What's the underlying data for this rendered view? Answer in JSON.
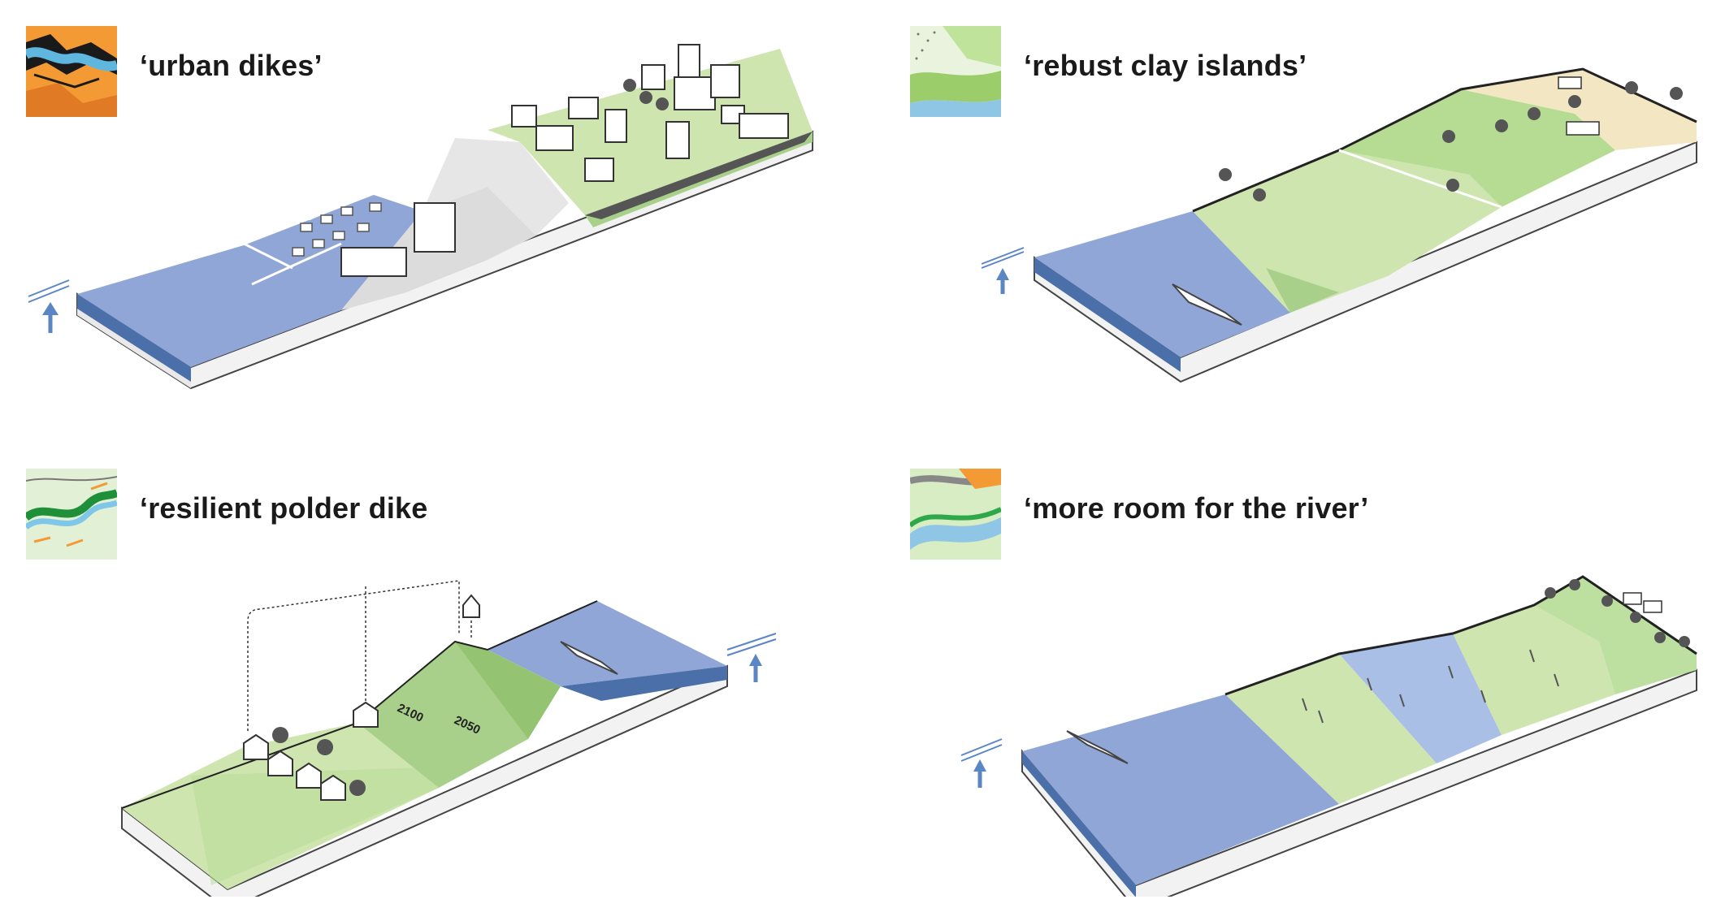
{
  "panels": [
    {
      "title": "‘urban dikes’",
      "thumb_icon": "urban-dikes-map-icon"
    },
    {
      "title": "‘rebust clay islands’",
      "thumb_icon": "clay-islands-map-icon"
    },
    {
      "title": "‘resilient polder dike",
      "thumb_icon": "polder-dike-map-icon",
      "labels": {
        "year_a": "2100",
        "year_b": "2050"
      }
    },
    {
      "title": "‘more room for the river’",
      "thumb_icon": "room-for-river-map-icon"
    }
  ],
  "colors": {
    "water": "#8fa6d6",
    "water_dark": "#4b6fa8",
    "grass": "#cfe5b0",
    "grass_dark": "#a9d08a",
    "base": "#f1f1f1",
    "arrow": "#5b86c5"
  }
}
